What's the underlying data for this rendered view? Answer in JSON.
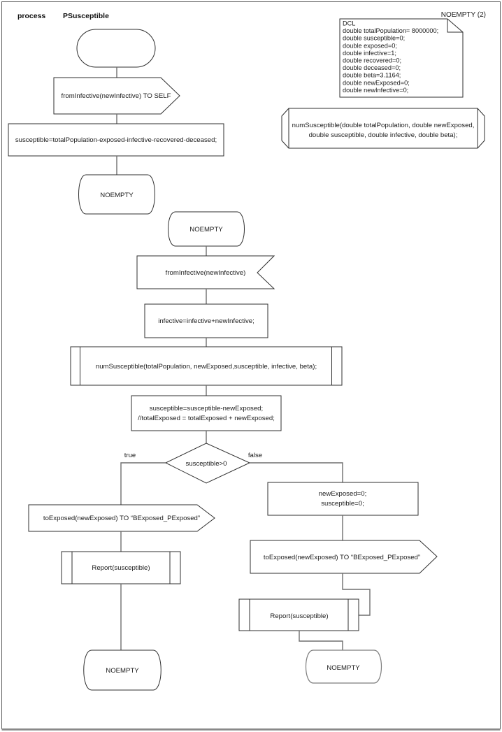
{
  "header": {
    "keyword": "process",
    "name": "PSusceptible"
  },
  "corner_label": "NOEMPTY (2)",
  "colors": {
    "background": "#ffffff",
    "shape_stroke": "#2f2f2f",
    "connector_stroke": "#6e6e6e",
    "text": "#1a1a1a",
    "page_border": "#5f5f5f"
  },
  "note": {
    "lines": [
      "DCL",
      "double totalPopulation= 8000000;",
      "double susceptible=0;",
      "double exposed=0;",
      "double infective=1;",
      "double recovered=0;",
      "double deceased=0;",
      "double beta=3.1164;",
      "double newExposed=0;",
      "double newInfective=0;"
    ]
  },
  "declaration": {
    "lines": [
      "numSusceptible(double totalPopulation, double newExposed,",
      "double susceptible, double infective, double beta);"
    ]
  },
  "flow_init": {
    "output_to_self": "fromInfective(newInfective) TO SELF",
    "task": "susceptible=totalPopulation-exposed-infective-recovered-deceased;",
    "next_state": "NOEMPTY"
  },
  "flow_main": {
    "state": "NOEMPTY",
    "input_signal": "fromInfective(newInfective)",
    "task_infective": "infective=infective+newInfective;",
    "procedure_call": "numSusceptible(totalPopulation, newExposed,susceptible, infective, beta);",
    "task_update": {
      "lines": [
        "susceptible=susceptible-newExposed;",
        "//totalExposed = totalExposed + newExposed;"
      ]
    },
    "decision": "susceptible>0",
    "label_true": "true",
    "label_false": "false"
  },
  "branch_true": {
    "output_signal": "toExposed(newExposed) TO “BExposed_PExposed”",
    "procedure": "Report(susceptible)",
    "next_state": "NOEMPTY"
  },
  "branch_false": {
    "task": {
      "lines": [
        "newExposed=0;",
        "susceptible=0;"
      ]
    },
    "output_signal": "toExposed(newExposed) TO “BExposed_PExposed”",
    "procedure": "Report(susceptible)",
    "next_state": "NOEMPTY"
  }
}
